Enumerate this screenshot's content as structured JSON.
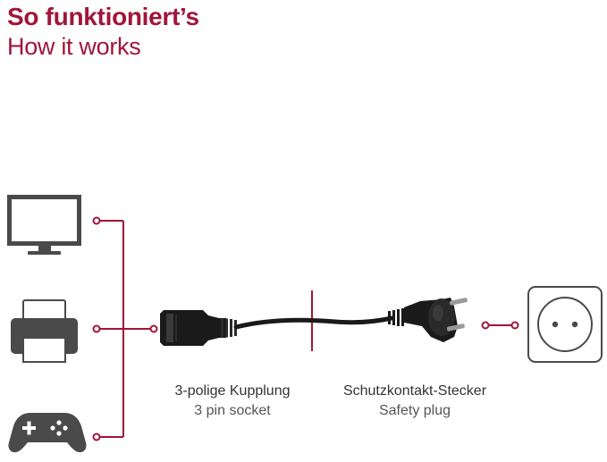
{
  "heading": {
    "title_de": "So funktioniert’s",
    "title_en": "How it works"
  },
  "devices": [
    {
      "name": "monitor",
      "icon": "monitor-icon"
    },
    {
      "name": "printer",
      "icon": "printer-icon"
    },
    {
      "name": "gamepad",
      "icon": "gamepad-icon"
    }
  ],
  "labels": {
    "socket_de": "3-polige Kupplung",
    "socket_en": "3 pin socket",
    "plug_de": "Schutzkontakt-Stecker",
    "plug_en": "Safety plug"
  },
  "wall_outlet": {
    "icon": "wall-socket-icon"
  },
  "colors": {
    "accent": "#a1153a",
    "icon_gray": "#4a4a4a",
    "cable": "#1a1a1a",
    "text": "#333333"
  }
}
